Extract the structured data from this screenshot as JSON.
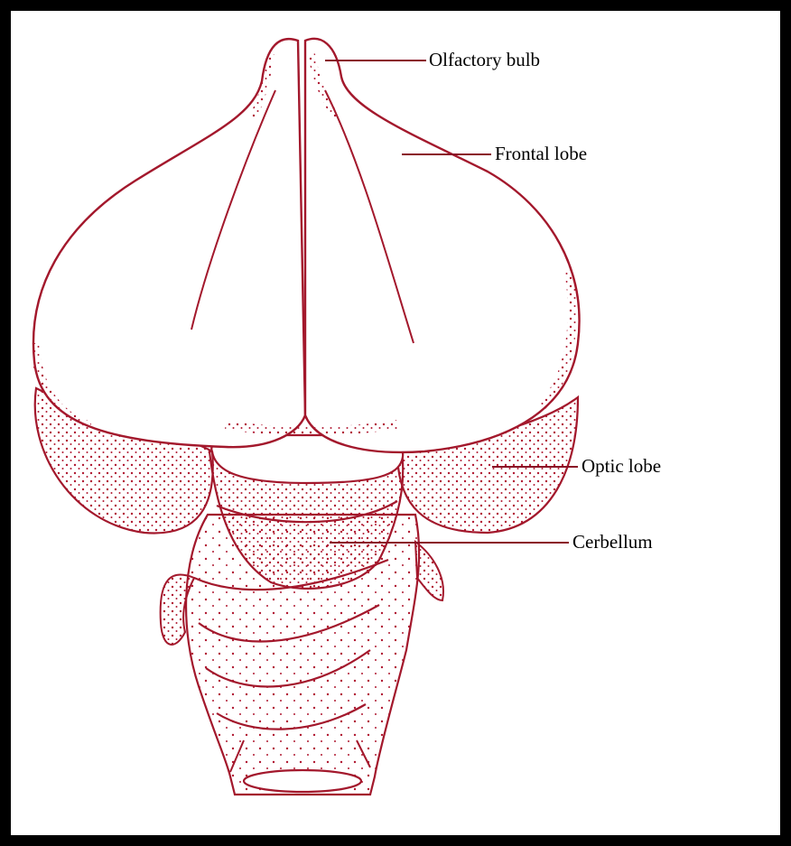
{
  "diagram": {
    "labels": {
      "olfactory_bulb": "Olfactory bulb",
      "frontal_lobe": "Frontal lobe",
      "optic_lobe": "Optic lobe",
      "cerebellum": "Cerbellum"
    }
  },
  "colors": {
    "outline": "#a3182c",
    "stipple": "#b01a32",
    "leader": "#8a1226",
    "text": "#000000",
    "frame": "#000000"
  }
}
